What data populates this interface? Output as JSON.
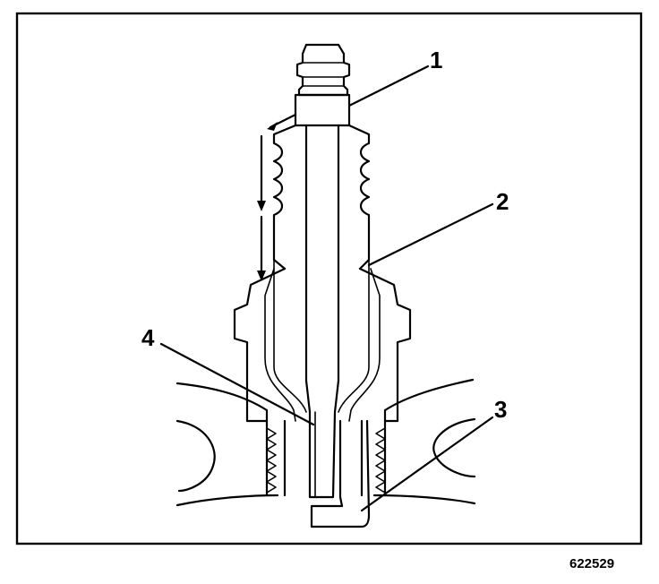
{
  "callouts": [
    {
      "id": "1",
      "label": "1"
    },
    {
      "id": "2",
      "label": "2"
    },
    {
      "id": "3",
      "label": "3"
    },
    {
      "id": "4",
      "label": "4"
    }
  ],
  "figure_id": "622529",
  "colors": {
    "line": "#000000",
    "background": "#ffffff"
  }
}
